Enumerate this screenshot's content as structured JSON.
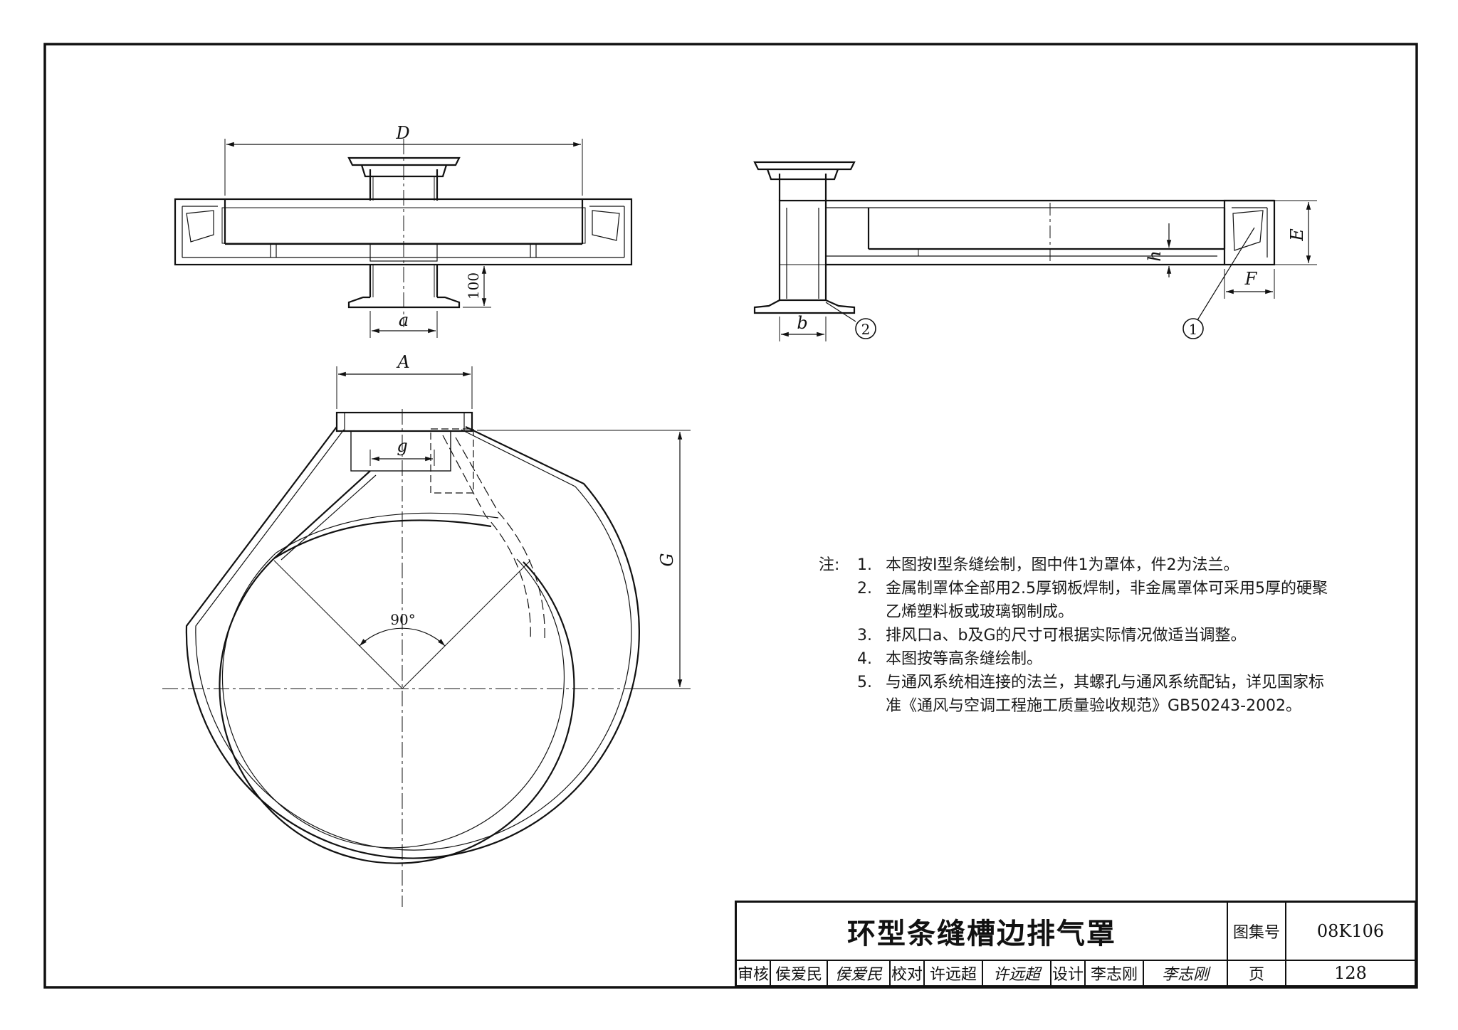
{
  "dims": {
    "D": "D",
    "a": "a",
    "h100": "100",
    "b": "b",
    "h": "h",
    "E": "E",
    "F": "F",
    "A": "A",
    "g": "g",
    "G": "G",
    "angle": "90°"
  },
  "callouts": {
    "c1": "1",
    "c2": "2"
  },
  "notes": {
    "label": "注:",
    "items": [
      {
        "num": "1.",
        "text": "本图按Ⅰ型条缝绘制，图中件1为罩体，件2为法兰。"
      },
      {
        "num": "2.",
        "text": "金属制罩体全部用2.5厚钢板焊制，非金属罩体可采用5厚的硬聚"
      },
      {
        "num": "",
        "text": "乙烯塑料板或玻璃钢制成。"
      },
      {
        "num": "3.",
        "text": "排风口a、b及G的尺寸可根据实际情况做适当调整。"
      },
      {
        "num": "4.",
        "text": "本图按等高条缝绘制。"
      },
      {
        "num": "5.",
        "text": "与通风系统相连接的法兰，其螺孔与通风系统配钻，详见国家标"
      },
      {
        "num": "",
        "text": "准《通风与空调工程施工质量验收规范》GB50243-2002。"
      }
    ]
  },
  "title_block": {
    "title": "环型条缝槽边排气罩",
    "atlas_label": "图集号",
    "atlas_no": "08K106",
    "page_label": "页",
    "page_no": "128",
    "review_label": "审核",
    "reviewer": "侯爱民",
    "reviewer_sig": "侯爱民",
    "check_label": "校对",
    "checker": "许远超",
    "checker_sig": "许远超",
    "design_label": "设计",
    "designer": "李志刚",
    "designer_sig": "李志刚"
  }
}
